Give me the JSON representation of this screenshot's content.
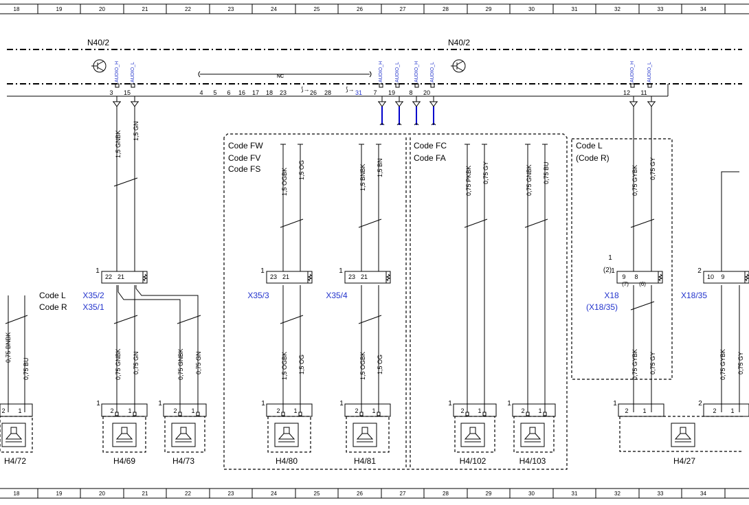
{
  "grid": [
    "18",
    "19",
    "20",
    "21",
    "22",
    "23",
    "24",
    "25",
    "26",
    "27",
    "28",
    "29",
    "30",
    "31",
    "32",
    "33",
    "34"
  ],
  "modules": [
    {
      "label": "N40/2"
    },
    {
      "label": "N40/2"
    }
  ],
  "bus_pins": [
    {
      "num": "3",
      "signal": "AUDIO_H"
    },
    {
      "num": "15",
      "signal": "AUDIO_L"
    },
    {
      "num": "4"
    },
    {
      "num": "5"
    },
    {
      "num": "6"
    },
    {
      "num": "16"
    },
    {
      "num": "17"
    },
    {
      "num": "18"
    },
    {
      "num": "23"
    },
    {
      "num": "26"
    },
    {
      "num": "28"
    },
    {
      "num": "31",
      "blue": true
    },
    {
      "num": "7",
      "signal": "AUDIO_H"
    },
    {
      "num": "19",
      "signal": "AUDIO_L"
    },
    {
      "num": "8",
      "signal": "AUDIO_H"
    },
    {
      "num": "20",
      "signal": "AUDIO_L"
    },
    {
      "num": "12",
      "signal": "AUDIO_H"
    },
    {
      "num": "11",
      "signal": "AUDIO_L"
    }
  ],
  "nc_label": "NC",
  "code_groups": [
    {
      "lines": [
        "Code FW",
        "Code FV",
        "Code FS"
      ]
    },
    {
      "lines": [
        "Code FC",
        "Code FA"
      ]
    },
    {
      "lines": [
        "Code L",
        "(Code R)"
      ]
    },
    {
      "lines": [
        "Code L",
        "Code R"
      ]
    }
  ],
  "wires": [
    {
      "label": "1,5 GNBK"
    },
    {
      "label": "1,5 GN"
    },
    {
      "label": "1,5 OGBK"
    },
    {
      "label": "1,5 OG"
    },
    {
      "label": "1,5 BNBK"
    },
    {
      "label": "1,5 BN"
    },
    {
      "label": "0,75 PKBK"
    },
    {
      "label": "0,75 GY"
    },
    {
      "label": "0,75 GNBK"
    },
    {
      "label": "0,75 BU"
    },
    {
      "label": "0,75 GYBK"
    },
    {
      "label": "0,75 GY"
    },
    {
      "label": "0,75 BU"
    },
    {
      "label": "0,75 GNBK"
    },
    {
      "label": "0,75 GN"
    },
    {
      "label": "0,75 GNBK"
    },
    {
      "label": "0,75 GN"
    },
    {
      "label": "1,5 OGBK"
    },
    {
      "label": "1,5 OG"
    },
    {
      "label": "1,5 OGBK"
    },
    {
      "label": "1,5 OG"
    },
    {
      "label": "0,75 GYBK"
    },
    {
      "label": "0,75 GY"
    },
    {
      "label": "0,75 GYBK"
    },
    {
      "label": "0,75 GY"
    },
    {
      "label": "0,75 BNBK"
    }
  ],
  "connectors": [
    {
      "ref": "X35/2",
      "ref2": "X35/1",
      "pins": [
        "22",
        "21"
      ],
      "index": "1"
    },
    {
      "ref": "X35/3",
      "pins": [
        "23",
        "21"
      ],
      "index": "1"
    },
    {
      "ref": "X35/4",
      "pins": [
        "23",
        "21"
      ],
      "index": "1"
    },
    {
      "ref": "X18",
      "ref2": "(X18/35)",
      "pins": [
        "9",
        "8"
      ],
      "subpins": [
        "(7)",
        "(6)"
      ],
      "index": "1",
      "index2": "(2)"
    },
    {
      "ref": "X18/35",
      "pins": [
        "10",
        "9"
      ],
      "index": "2"
    }
  ],
  "speakers": [
    {
      "label": "H4/72",
      "pins": [
        "2",
        "1"
      ]
    },
    {
      "label": "H4/69",
      "pins": [
        "2",
        "1"
      ],
      "index": "1"
    },
    {
      "label": "H4/73",
      "pins": [
        "2",
        "1"
      ],
      "index": "1"
    },
    {
      "label": "H4/80",
      "pins": [
        "2",
        "1"
      ],
      "index": "1"
    },
    {
      "label": "H4/81",
      "pins": [
        "2",
        "1"
      ],
      "index": "1"
    },
    {
      "label": "H4/102",
      "pins": [
        "2",
        "1"
      ],
      "index": "1"
    },
    {
      "label": "H4/103",
      "pins": [
        "2",
        "1"
      ],
      "index": "1"
    },
    {
      "label": "H4/27",
      "pins": [
        "2",
        "1"
      ],
      "index": "1"
    },
    {
      "pins": [
        "2",
        "1"
      ],
      "index": "2"
    }
  ]
}
